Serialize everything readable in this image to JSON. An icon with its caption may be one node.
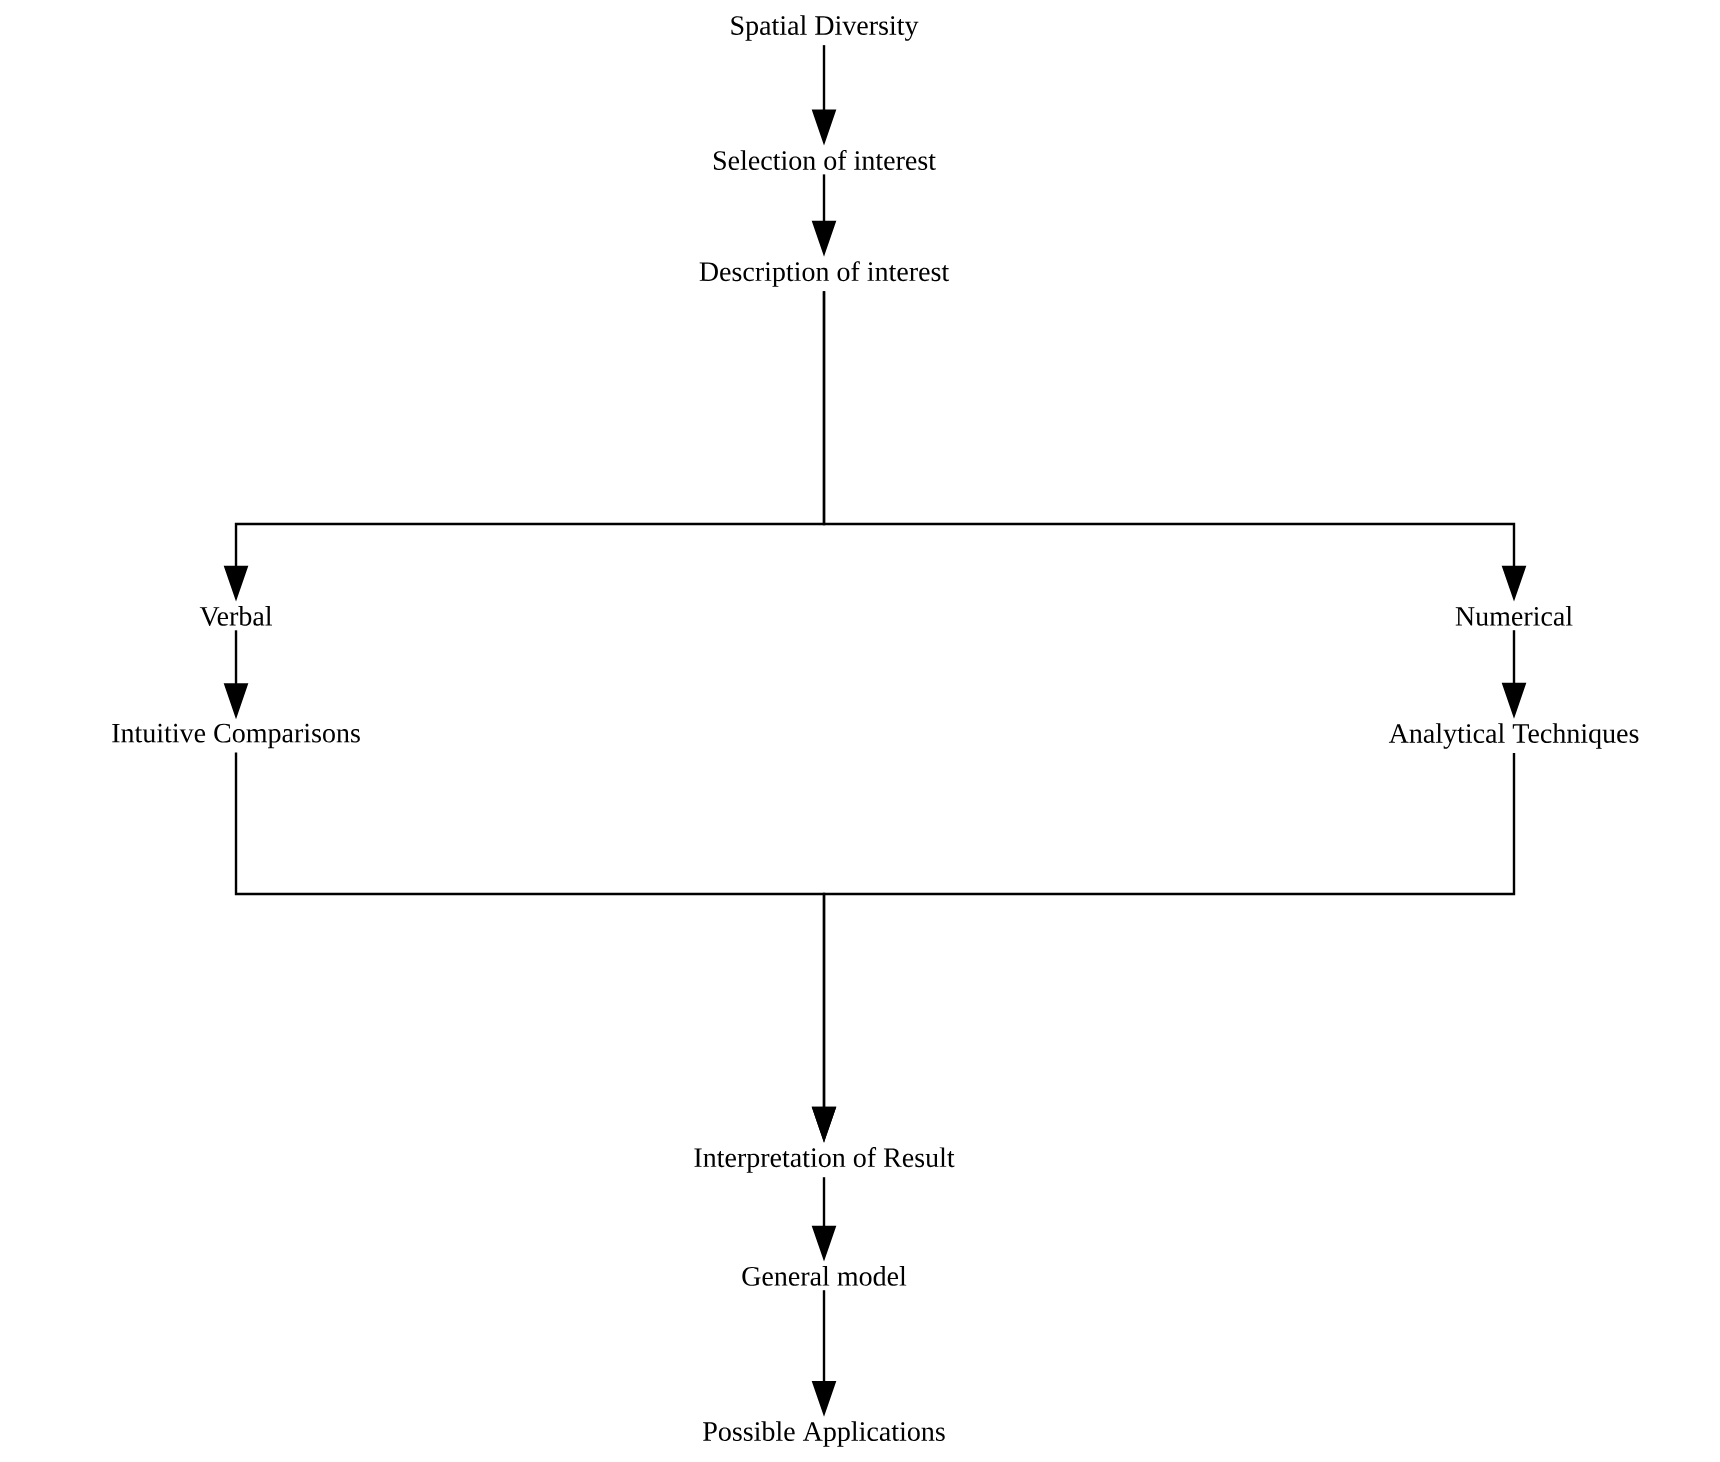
{
  "diagram": {
    "nodes": [
      {
        "text": [
          "Spatial Diversity"
        ]
      },
      {
        "text": [
          "Selection of interest"
        ]
      },
      {
        "text": [
          "Description of interest"
        ]
      },
      {
        "text": [
          "Verbal"
        ]
      },
      {
        "text": [
          "Numerical"
        ]
      },
      {
        "text": [
          "Intuitive Comparisons"
        ]
      },
      {
        "text": [
          "Analytical Techniques"
        ]
      },
      {
        "text": [
          "Interpretation of Result"
        ]
      },
      {
        "text": [
          "General model"
        ]
      },
      {
        "text": [
          "Possible Applications"
        ]
      }
    ],
    "edges": [
      {
        "from": 0,
        "to": 1,
        "arrow": "to"
      },
      {
        "from": 1,
        "to": 2,
        "arrow": "to"
      },
      {
        "from": 2,
        "to": 3,
        "arrow": "to"
      },
      {
        "from": 2,
        "to": 4,
        "arrow": "to"
      },
      {
        "from": 3,
        "to": 5,
        "arrow": "to"
      },
      {
        "from": 4,
        "to": 6,
        "arrow": "to"
      },
      {
        "from": 5,
        "to": 7,
        "arrow": "to"
      },
      {
        "from": 6,
        "to": 7,
        "arrow": "to"
      },
      {
        "from": 7,
        "to": 8,
        "arrow": "to"
      },
      {
        "from": 8,
        "to": 9,
        "arrow": "to"
      }
    ]
  }
}
